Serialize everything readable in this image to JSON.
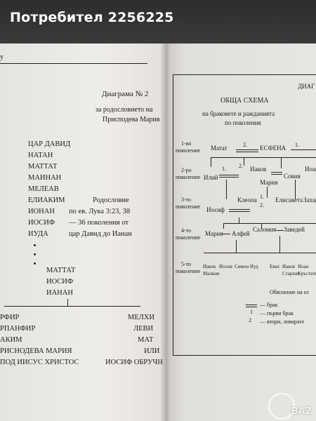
{
  "banner": {
    "title": "Потребител 2256225"
  },
  "left_page": {
    "header_mark": "у",
    "diagram_title": "Диаграма № 2",
    "subtitle_line1": "за родословието на",
    "subtitle_line2": "Присподева Мария",
    "names": [
      "ЦАР ДАВИД",
      "НАТАН",
      "МАТТАТ",
      "МАИНАН",
      "МЕЛЕАВ",
      "ЕЛИАКИМ",
      "ИОНАН",
      "ИОСИФ",
      "ИУДА"
    ],
    "note_lines": [
      "Родословие",
      "по ев. Лука 3:23, 38",
      "— 36 поколения от",
      "цар Давид до Ианан"
    ],
    "lower_names": [
      "МАТТАТ",
      "ИОСИФ",
      "ИАНАН"
    ],
    "bottom_left": [
      "РФИР",
      "РПАНФИР",
      "АКИМ",
      "РИСНОДЕВА МАРИЯ",
      "ПОД ИИСУС ХРИСТОС"
    ],
    "bottom_right": [
      "МЕЛХИ",
      "ЛЕВИ",
      "МАТ",
      "ИЛИ",
      "ИОСИФ ОБРУЧН"
    ]
  },
  "right_page": {
    "corner_label": "ДИАГ",
    "title": "ОБЩА СХЕМА",
    "subtitle_line1": "на браковете и ражданията",
    "subtitle_line2": "по поколения",
    "gen_labels": [
      {
        "a": "1-во",
        "b": "поколение"
      },
      {
        "a": "2-ро",
        "b": "поколение"
      },
      {
        "a": "3-то",
        "b": "поколение"
      },
      {
        "a": "4-то",
        "b": "поколение"
      },
      {
        "a": "5-то",
        "b": "поколение"
      }
    ],
    "gen1": {
      "left": "Матат",
      "right": "ЕСФЕНА",
      "mark1": "2.",
      "mark2": "1."
    },
    "gen2": {
      "a": "Илий",
      "b": "Иаков",
      "c": "Мария",
      "d": "Совия",
      "e": "Иоан",
      "mark1": "1.",
      "mark2": "2."
    },
    "gen3": {
      "a": "Клеопа",
      "b": "Иосиф",
      "c": "Елисавета",
      "d": "Захар",
      "mark1": "1.",
      "mark2": "2."
    },
    "gen4": {
      "a": "Мария",
      "b": "Алфей",
      "c": "Саломия",
      "d": "Заведей"
    },
    "gen5_row1": [
      "Иаков",
      "Иосия",
      "Симон",
      "Иуд",
      "Иаков",
      "Иоан"
    ],
    "gen5_row2": [
      "Малкия",
      "",
      "",
      "",
      "Старши",
      "Кръстител"
    ],
    "gen5_mid": "Евнг.",
    "legend_title": "Обяснение на оз",
    "legend_items": [
      "— брак",
      "— първи брак",
      "— втори, левирате"
    ],
    "legend_nums": [
      "1",
      "2"
    ]
  },
  "watermark": "BAZ"
}
